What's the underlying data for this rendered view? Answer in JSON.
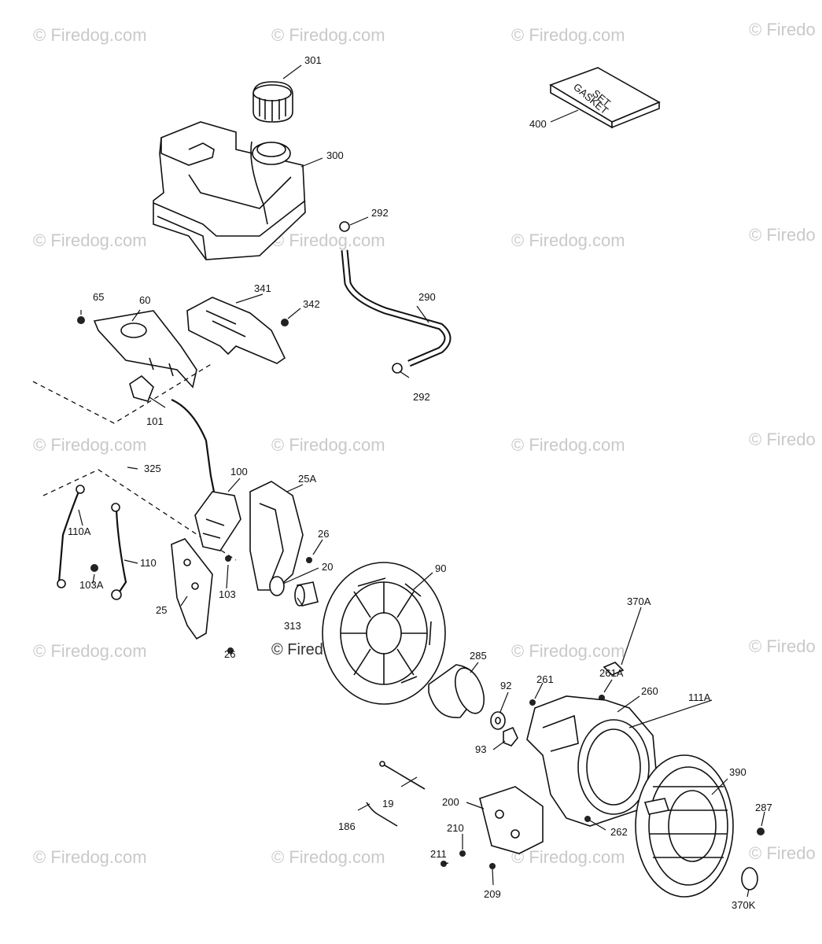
{
  "watermark": {
    "text": "© Firedog.com",
    "edge_text": "© Firedo",
    "center_text": "© Firedog.com"
  },
  "callouts": {
    "c301": "301",
    "c300": "300",
    "c400": "400",
    "c292a": "292",
    "c292b": "292",
    "c290": "290",
    "c65": "65",
    "c60": "60",
    "c341": "341",
    "c342": "342",
    "c101": "101",
    "c325": "325",
    "c100": "100",
    "c25A": "25A",
    "c26a": "26",
    "c20": "20",
    "c110A": "110A",
    "c110": "110",
    "c103A": "103A",
    "c103": "103",
    "c25": "25",
    "c26b": "26",
    "c313": "313",
    "c90": "90",
    "c285": "285",
    "c92": "92",
    "c93": "93",
    "c261": "261",
    "c261A": "261A",
    "c260": "260",
    "c111A": "111A",
    "c370A": "370A",
    "c390": "390",
    "c287": "287",
    "c370K": "370K",
    "c19": "19",
    "c186": "186",
    "c200": "200",
    "c210": "210",
    "c211": "211",
    "c209": "209",
    "c262": "262"
  },
  "gasket_box_text": [
    "GASKET",
    "SET"
  ]
}
